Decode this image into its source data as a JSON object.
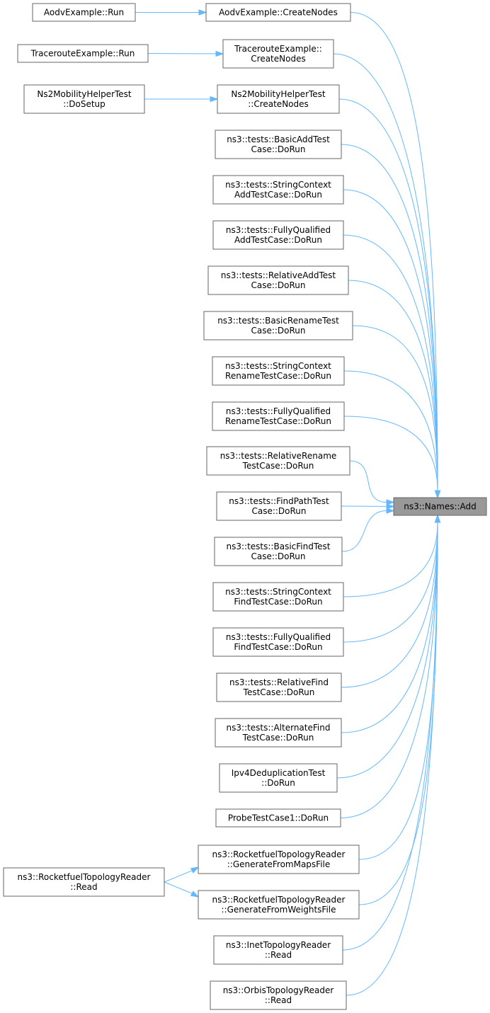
{
  "colors": {
    "edge": "#63b8ff",
    "node_border": "#666666",
    "target_fill": "#999999",
    "node_fill": "#ffffff"
  },
  "target": {
    "id": "add",
    "lines": [
      "ns3::Names::Add"
    ]
  },
  "nodes": [
    {
      "id": "aodv_run",
      "lines": [
        "AodvExample::Run"
      ]
    },
    {
      "id": "aodv_create",
      "lines": [
        "AodvExample::CreateNodes"
      ]
    },
    {
      "id": "trace_run",
      "lines": [
        "TracerouteExample::Run"
      ]
    },
    {
      "id": "trace_create",
      "lines": [
        "TracerouteExample::",
        "CreateNodes"
      ]
    },
    {
      "id": "ns2_setup",
      "lines": [
        "Ns2MobilityHelperTest",
        "::DoSetup"
      ]
    },
    {
      "id": "ns2_create",
      "lines": [
        "Ns2MobilityHelperTest",
        "::CreateNodes"
      ]
    },
    {
      "id": "basic_add",
      "lines": [
        "ns3::tests::BasicAddTest",
        "Case::DoRun"
      ]
    },
    {
      "id": "strctx_add",
      "lines": [
        "ns3::tests::StringContext",
        "AddTestCase::DoRun"
      ]
    },
    {
      "id": "fq_add",
      "lines": [
        "ns3::tests::FullyQualified",
        "AddTestCase::DoRun"
      ]
    },
    {
      "id": "rel_add",
      "lines": [
        "ns3::tests::RelativeAddTest",
        "Case::DoRun"
      ]
    },
    {
      "id": "basic_rename",
      "lines": [
        "ns3::tests::BasicRenameTest",
        "Case::DoRun"
      ]
    },
    {
      "id": "strctx_rename",
      "lines": [
        "ns3::tests::StringContext",
        "RenameTestCase::DoRun"
      ]
    },
    {
      "id": "fq_rename",
      "lines": [
        "ns3::tests::FullyQualified",
        "RenameTestCase::DoRun"
      ]
    },
    {
      "id": "rel_rename",
      "lines": [
        "ns3::tests::RelativeRename",
        "TestCase::DoRun"
      ]
    },
    {
      "id": "findpath",
      "lines": [
        "ns3::tests::FindPathTest",
        "Case::DoRun"
      ]
    },
    {
      "id": "basic_find",
      "lines": [
        "ns3::tests::BasicFindTest",
        "Case::DoRun"
      ]
    },
    {
      "id": "strctx_find",
      "lines": [
        "ns3::tests::StringContext",
        "FindTestCase::DoRun"
      ]
    },
    {
      "id": "fq_find",
      "lines": [
        "ns3::tests::FullyQualified",
        "FindTestCase::DoRun"
      ]
    },
    {
      "id": "rel_find",
      "lines": [
        "ns3::tests::RelativeFind",
        "TestCase::DoRun"
      ]
    },
    {
      "id": "alt_find",
      "lines": [
        "ns3::tests::AlternateFind",
        "TestCase::DoRun"
      ]
    },
    {
      "id": "ipv4dedup",
      "lines": [
        "Ipv4DeduplicationTest",
        "::DoRun"
      ]
    },
    {
      "id": "probe",
      "lines": [
        "ProbeTestCase1::DoRun"
      ]
    },
    {
      "id": "rf_read",
      "lines": [
        "ns3::RocketfuelTopologyReader",
        "::Read"
      ]
    },
    {
      "id": "rf_maps",
      "lines": [
        "ns3::RocketfuelTopologyReader",
        "::GenerateFromMapsFile"
      ]
    },
    {
      "id": "rf_weights",
      "lines": [
        "ns3::RocketfuelTopologyReader",
        "::GenerateFromWeightsFile"
      ]
    },
    {
      "id": "inet_read",
      "lines": [
        "ns3::InetTopologyReader",
        "::Read"
      ]
    },
    {
      "id": "orbis_read",
      "lines": [
        "ns3::OrbisTopologyReader",
        "::Read"
      ]
    }
  ],
  "edges": [
    {
      "from": "aodv_run",
      "to": "aodv_create"
    },
    {
      "from": "trace_run",
      "to": "trace_create"
    },
    {
      "from": "ns2_setup",
      "to": "ns2_create"
    },
    {
      "from": "rf_read",
      "to": "rf_maps"
    },
    {
      "from": "rf_read",
      "to": "rf_weights"
    },
    {
      "from": "aodv_create",
      "to": "add"
    },
    {
      "from": "trace_create",
      "to": "add"
    },
    {
      "from": "ns2_create",
      "to": "add"
    },
    {
      "from": "basic_add",
      "to": "add"
    },
    {
      "from": "strctx_add",
      "to": "add"
    },
    {
      "from": "fq_add",
      "to": "add"
    },
    {
      "from": "rel_add",
      "to": "add"
    },
    {
      "from": "basic_rename",
      "to": "add"
    },
    {
      "from": "strctx_rename",
      "to": "add"
    },
    {
      "from": "fq_rename",
      "to": "add"
    },
    {
      "from": "rel_rename",
      "to": "add"
    },
    {
      "from": "findpath",
      "to": "add"
    },
    {
      "from": "basic_find",
      "to": "add"
    },
    {
      "from": "strctx_find",
      "to": "add"
    },
    {
      "from": "fq_find",
      "to": "add"
    },
    {
      "from": "rel_find",
      "to": "add"
    },
    {
      "from": "alt_find",
      "to": "add"
    },
    {
      "from": "ipv4dedup",
      "to": "add"
    },
    {
      "from": "probe",
      "to": "add"
    },
    {
      "from": "rf_maps",
      "to": "add"
    },
    {
      "from": "rf_weights",
      "to": "add"
    },
    {
      "from": "inet_read",
      "to": "add"
    },
    {
      "from": "orbis_read",
      "to": "add"
    }
  ]
}
